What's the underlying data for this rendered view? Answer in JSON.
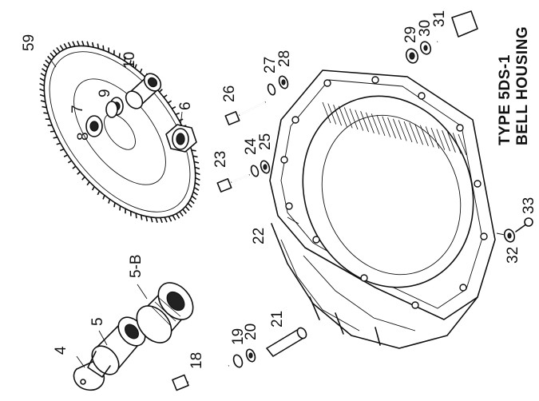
{
  "title": {
    "line1": "TYPE 5DS-1",
    "line2": "BELL HOUSING"
  },
  "part_numbers": {
    "p4": "4",
    "p5": "5",
    "p5b": "5-B",
    "p6": "6",
    "p7": "7",
    "p8": "8",
    "p9": "9",
    "p10": "10",
    "p18": "18",
    "p19": "19",
    "p20": "20",
    "p21": "21",
    "p22": "22",
    "p23": "23",
    "p24": "24",
    "p25": "25",
    "p26": "26",
    "p27": "27",
    "p28": "28",
    "p29": "29",
    "p30": "30",
    "p31": "31",
    "p32": "32",
    "p33": "33",
    "p59": "59"
  }
}
